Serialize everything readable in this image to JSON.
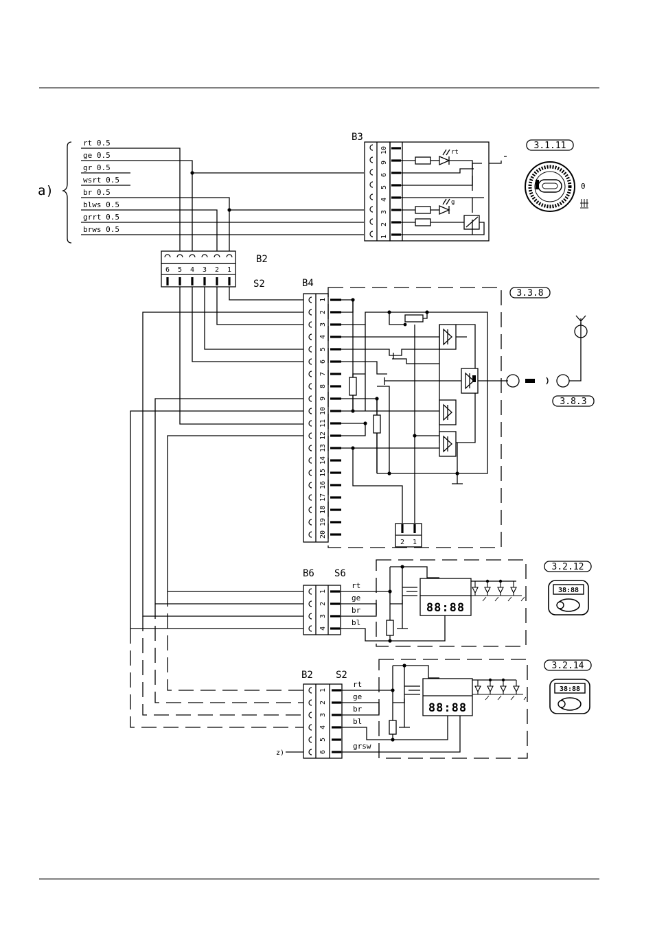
{
  "group_label": "a)",
  "wire_labels": [
    "rt 0.5",
    "ge 0.5",
    "gr 0.5",
    "wsrt 0.5",
    "br 0.5",
    "blws 0.5",
    "grrt 0.5",
    "brws 0.5"
  ],
  "b3": {
    "name": "B3",
    "pins": [
      "10",
      "9",
      "6",
      "5",
      "4",
      "3",
      "2",
      "1"
    ],
    "led_top": "rt",
    "led_bottom": "g"
  },
  "b2_top": {
    "name": "B2",
    "mate": "S2",
    "pins": [
      "6",
      "5",
      "4",
      "3",
      "2",
      "1"
    ]
  },
  "b4": {
    "name": "B4",
    "pins": [
      "1",
      "2",
      "3",
      "4",
      "5",
      "6",
      "7",
      "8",
      "9",
      "10",
      "11",
      "12",
      "13",
      "14",
      "15",
      "16",
      "17",
      "18",
      "19",
      "20"
    ]
  },
  "b4_small_connector": {
    "pins": [
      "2",
      "1"
    ]
  },
  "b6": {
    "name": "B6",
    "mate": "S6",
    "pins": [
      "1",
      "2",
      "3",
      "4"
    ],
    "wires": [
      "rt",
      "ge",
      "br",
      "bl"
    ]
  },
  "b2_bottom": {
    "name": "B2",
    "mate": "S2",
    "pins": [
      "1",
      "2",
      "3",
      "4",
      "5",
      "6"
    ],
    "wires": [
      "rt",
      "ge",
      "br",
      "bl",
      "",
      "grsw"
    ],
    "z_label": "z)"
  },
  "refs": {
    "r1": "3.1.11",
    "r2": "3.3.8",
    "r3": "3.8.3",
    "r4": "3.2.12",
    "r5": "3.2.14"
  },
  "display_text": "88:88",
  "display_icon_text": "38:88",
  "dial": {
    "zero": "0"
  }
}
